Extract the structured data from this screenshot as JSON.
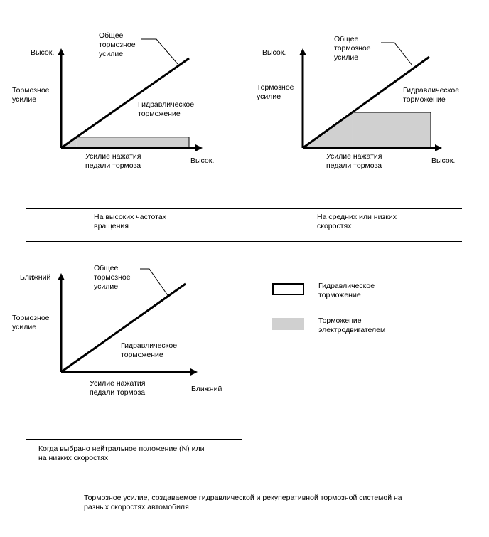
{
  "panels": [
    {
      "chart_type": "line",
      "y_axis": {
        "label": "Тормозное\nусилие",
        "high_label": "Высок."
      },
      "x_axis": {
        "label": "Усилие нажатия\nпедали тормоза",
        "high_label": "Высок."
      },
      "total_label": "Общее\nтормозное\nусилие",
      "hydraulic_label": "Гидравлическое\nторможение",
      "electric_share": 0.08,
      "caption": "На высоких частотах\nвращения"
    },
    {
      "chart_type": "line",
      "y_axis": {
        "label": "Тормозное\nусилие",
        "high_label": "Высок."
      },
      "x_axis": {
        "label": "Усилие нажатия\nпедали тормоза",
        "high_label": "Высок."
      },
      "total_label": "Общее\nтормозное\nусилие",
      "hydraulic_label": "Гидравлическое\nторможение",
      "electric_share": 0.4,
      "caption": "На средних или низких\nскоростях"
    },
    {
      "chart_type": "line",
      "y_axis": {
        "label": "Тормозное\nусилие",
        "high_label": "Ближний"
      },
      "x_axis": {
        "label": "Усилие нажатия\nпедали тормоза",
        "high_label": "Ближний"
      },
      "total_label": "Общее\nтормозное\nусилие",
      "hydraulic_label": "Гидравлическое\nторможение",
      "electric_share": 0,
      "caption": "Когда выбрано нейтральное положение (N) или\nна низких скоростях"
    }
  ],
  "legend": [
    {
      "label": "Гидравлическое\nторможение",
      "fill": "#ffffff",
      "stroke": "#000000"
    },
    {
      "label": "Торможение\nэлектродвигателем",
      "fill": "#d0d0d0",
      "stroke": "#d0d0d0"
    }
  ],
  "figure_caption": "Тормозное усилие, создаваемое гидравлической и рекуперативной тормозной системой на\nразных скоростях автомобиля"
}
